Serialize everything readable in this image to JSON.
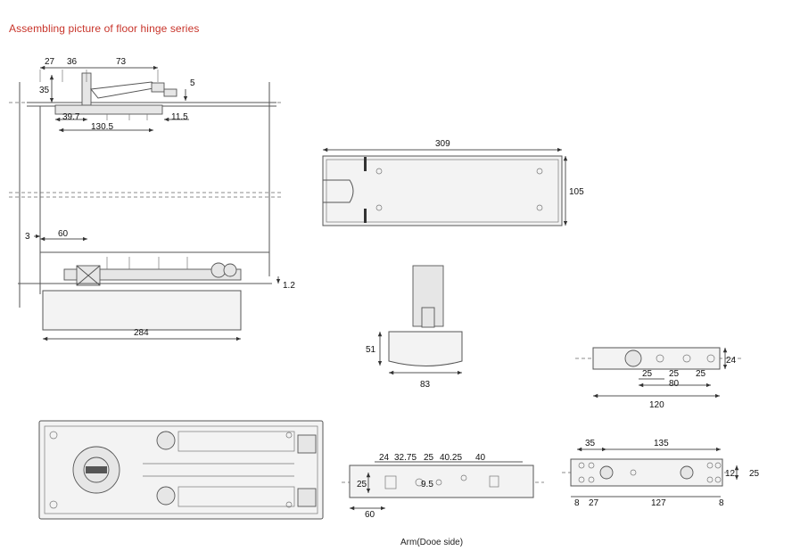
{
  "title": "Assembling picture of floor hinge series",
  "caption": "Arm(Dooe side)",
  "colors": {
    "title": "#c8342a",
    "line": "#555555",
    "text": "#111111"
  },
  "dims": {
    "side_27": "27",
    "side_36": "36",
    "side_73": "73",
    "side_35": "35",
    "side_5": "5",
    "side_39_7": "39.7",
    "side_11_5": "11.5",
    "side_130_5": "130.5",
    "front_3": "3",
    "front_60": "60",
    "front_1_2": "1.2",
    "front_284": "284",
    "plate_309": "309",
    "plate_105": "105",
    "spindle_51": "51",
    "spindle_83": "83",
    "bar_24": "24",
    "bar_25a": "25",
    "bar_25b": "25",
    "bar_25c": "25",
    "bar_80": "80",
    "bar_120": "120",
    "arm_24": "24",
    "arm_32_75": "32.75",
    "arm_25": "25",
    "arm_40_25": "40.25",
    "arm_40": "40",
    "arm_25v": "25",
    "arm_9_5": "9.5",
    "arm_60": "60",
    "right_35": "35",
    "right_135": "135",
    "right_12": "12",
    "right_25": "25",
    "right_8a": "8",
    "right_27": "27",
    "right_127": "127",
    "right_8b": "8"
  }
}
